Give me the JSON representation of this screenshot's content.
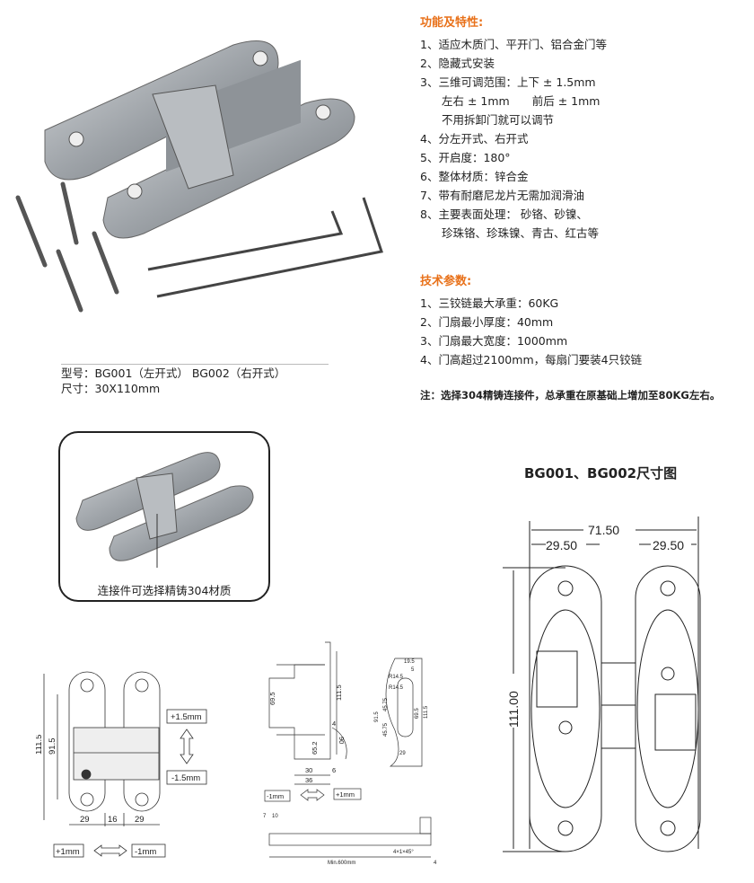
{
  "features": {
    "title": "功能及特性:",
    "lines": [
      {
        "text": "1、适应木质门、平开门、铝合金门等",
        "indent": false
      },
      {
        "text": "2、隐藏式安装",
        "indent": false
      },
      {
        "text": "3、三维可调范围：上下 ± 1.5mm",
        "indent": false
      },
      {
        "text": "左右 ± 1mm　　前后 ± 1mm",
        "indent": true
      },
      {
        "text": "不用拆卸门就可以调节",
        "indent": true
      },
      {
        "text": "4、分左开式、右开式",
        "indent": false
      },
      {
        "text": "5、开启度：180°",
        "indent": false
      },
      {
        "text": "6、整体材质：锌合金",
        "indent": false
      },
      {
        "text": "7、带有耐磨尼龙片无需加润滑油",
        "indent": false
      },
      {
        "text": "8、主要表面处理： 砂铬、砂镍、",
        "indent": false
      },
      {
        "text": "珍珠铬、珍珠镍、青古、红古等",
        "indent": true
      }
    ]
  },
  "specs": {
    "title": "技术参数:",
    "lines": [
      "1、三铰链最大承重：60KG",
      "2、门扇最小厚度：40mm",
      "3、门扇最大宽度：1000mm",
      "4、门高超过2100mm，每扇门要装4只铰链"
    ],
    "note": "注：选择304精铸连接件，总承重在原基础上增加至80KG左右。"
  },
  "product": {
    "model": "型号：BG001（左开式） BG002（右开式）",
    "size": "尺寸：30X110mm"
  },
  "inset": {
    "caption": "连接件可选择精铸304材质"
  },
  "dimension_drawing": {
    "title": "BG001、BG002尺寸图",
    "overall_width": "71.50",
    "leaf_width_left": "29.50",
    "leaf_width_right": "29.50",
    "height": "111.00"
  },
  "front_drawing": {
    "height": "111.5",
    "hole_spacing": "91.5",
    "w_left": "29",
    "w_mid": "16",
    "w_right": "29",
    "up": "+1.5mm",
    "down": "-1.5mm",
    "left": "+1mm",
    "right": "-1mm"
  },
  "side_drawing": {
    "d1": "69.5",
    "d2": "111.5",
    "d3": "4",
    "d4": "65.2",
    "d5": "90",
    "d6": "30",
    "d7": "6",
    "d8": "36",
    "left": "-1mm",
    "right": "+1mm",
    "cut": {
      "a": "19.5",
      "b": "5",
      "r1": "R14.5",
      "r2": "R14.5",
      "c": "45.75",
      "d": "45.75",
      "e": "91.5",
      "f": "69.5",
      "g": "111.5",
      "h": "29"
    },
    "bottom": {
      "a": "7",
      "b": "10",
      "c": "Min.600mm",
      "d": "4×1×45°",
      "e": "4"
    }
  }
}
